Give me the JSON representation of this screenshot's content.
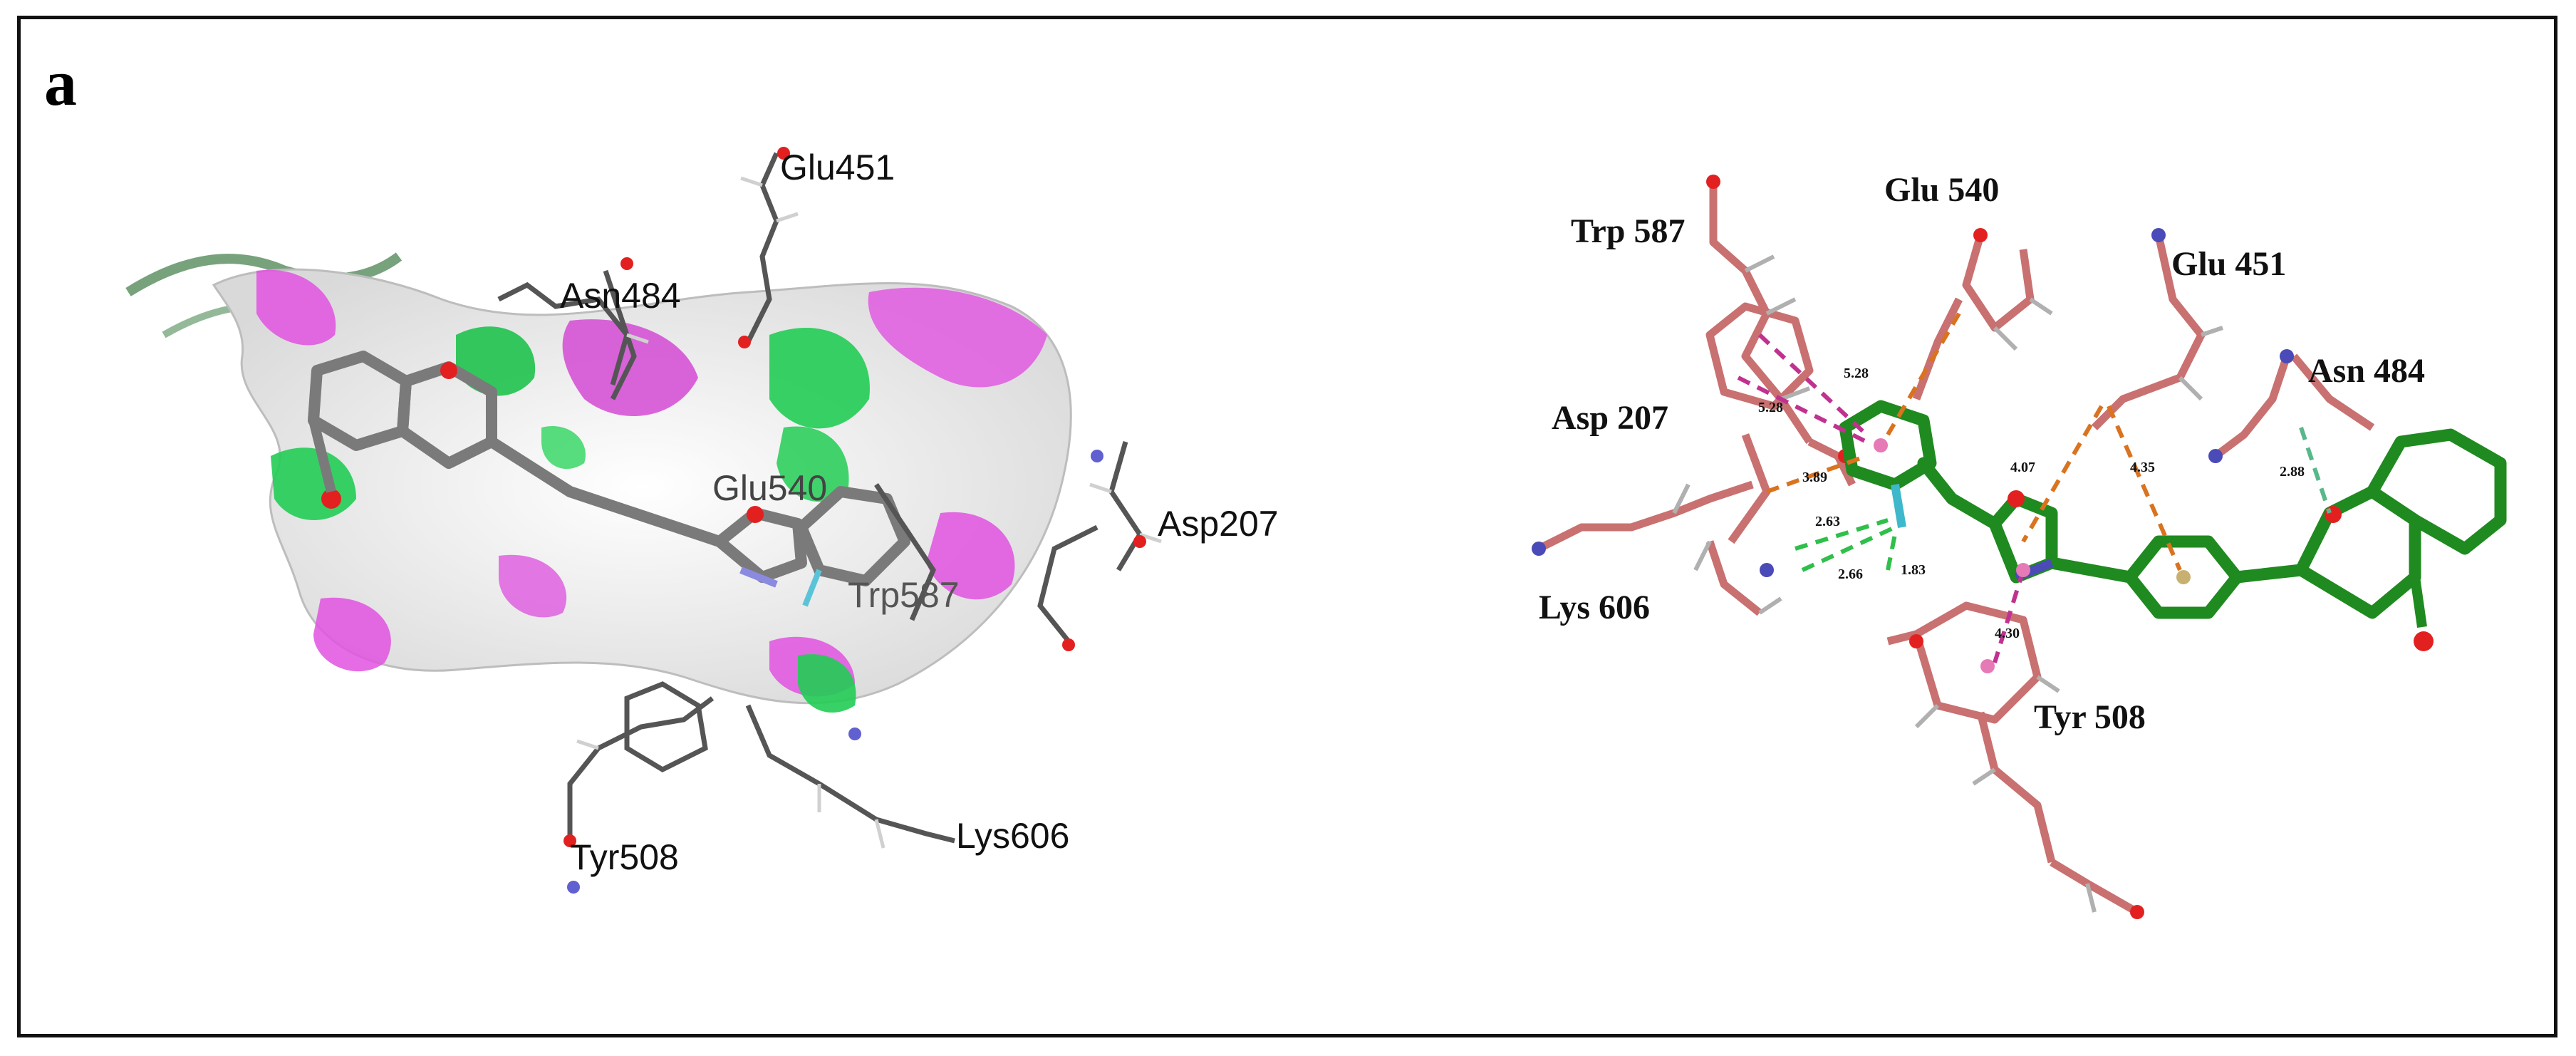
{
  "panel_label": "a",
  "left_panel": {
    "residue_labels": [
      "Glu451",
      "Asn484",
      "Glu540",
      "Asp207",
      "Trp587",
      "Tyr508",
      "Lys606"
    ]
  },
  "right_panel": {
    "residue_labels": [
      "Trp 587",
      "Glu 540",
      "Glu 451",
      "Asn 484",
      "Asp 207",
      "Lys 606",
      "Tyr 508"
    ],
    "distances": [
      "5.28",
      "5.28",
      "3.89",
      "2.63",
      "2.66",
      "1.83",
      "4.07",
      "4.35",
      "2.88",
      "4.30"
    ]
  },
  "colors": {
    "ligand_left": "#7a7a7a",
    "ligand_right": "#1f8a1f",
    "residue_right": "#c97070",
    "hbond": "#2fbf4a",
    "pi_anion": "#d9731f",
    "pi_pi": "#c0328f",
    "surface_donor": "#e052e0",
    "surface_acceptor": "#22cc55"
  }
}
